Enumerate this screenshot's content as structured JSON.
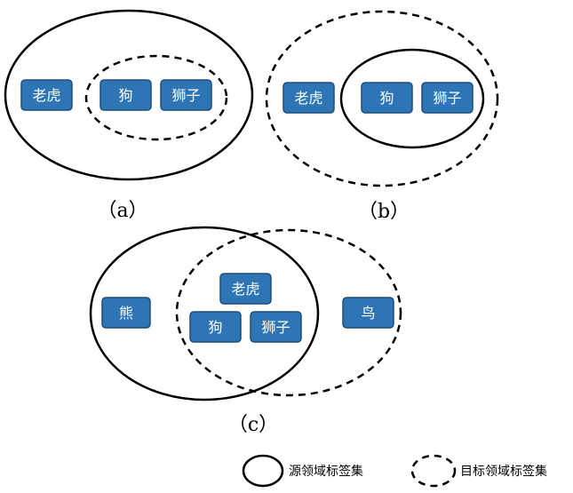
{
  "panel_a": {
    "caption": "（a）",
    "boxes": {
      "tiger": "老虎",
      "dog": "狗",
      "lion": "狮子"
    }
  },
  "panel_b": {
    "caption": "（b）",
    "boxes": {
      "tiger": "老虎",
      "dog": "狗",
      "lion": "狮子"
    }
  },
  "panel_c": {
    "caption": "（c）",
    "boxes": {
      "bear": "熊",
      "tiger": "老虎",
      "dog": "狗",
      "lion": "狮子",
      "bird": "鸟"
    }
  },
  "legend": {
    "source": "源领域标签集",
    "target": "目标领域标签集"
  },
  "colors": {
    "box_fill": "#2e75b6",
    "box_stroke": "#1f4e79",
    "box_text": "#ffffff"
  }
}
